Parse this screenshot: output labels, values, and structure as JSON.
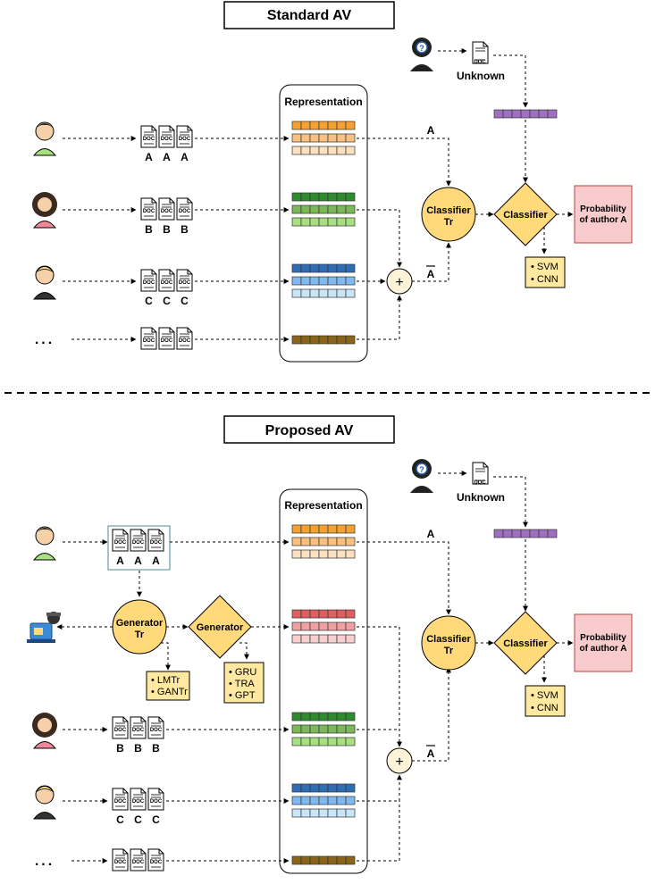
{
  "standard": {
    "title": "Standard AV",
    "representation": "Representation",
    "unknown": "Unknown",
    "doc": "DOC",
    "author_a": "A",
    "author_b": "B",
    "author_c": "C",
    "ellipsis": "...",
    "a_label": "A",
    "abar_label": "A",
    "plus": "+",
    "classifier_tr": [
      "Classifier",
      "Tr"
    ],
    "classifier": "Classifier",
    "probability": [
      "Probability",
      "of author A"
    ],
    "svm": "SVM",
    "cnn": "CNN"
  },
  "proposed": {
    "title": "Proposed AV",
    "representation": "Representation",
    "unknown": "Unknown",
    "doc": "DOC",
    "author_a": "A",
    "author_b": "B",
    "author_c": "C",
    "ellipsis": "...",
    "a_label": "A",
    "abar_label": "A",
    "plus": "+",
    "generator_tr": [
      "Generator",
      "Tr"
    ],
    "generator": "Generator",
    "lmtr": "LMTr",
    "gantr": "GANTr",
    "gru": "GRU",
    "tra": "TRA",
    "gpt": "GPT",
    "classifier_tr": [
      "Classifier",
      "Tr"
    ],
    "classifier": "Classifier",
    "probability": [
      "Probability",
      "of author A"
    ],
    "svm": "SVM",
    "cnn": "CNN"
  },
  "colors": {
    "orange": [
      "#f5a030",
      "#fac080",
      "#fde0c0"
    ],
    "green": [
      "#2e8b2e",
      "#7ab85a",
      "#a8e080"
    ],
    "blue": [
      "#2f6db5",
      "#80b8f0",
      "#c8e6f8"
    ],
    "brown": "#8a6418",
    "red": [
      "#e06060",
      "#f0a0a0",
      "#f8d0d0"
    ],
    "purple": "#a070c0",
    "yellow": "#ffd97a",
    "pink": "#f8cccc"
  }
}
